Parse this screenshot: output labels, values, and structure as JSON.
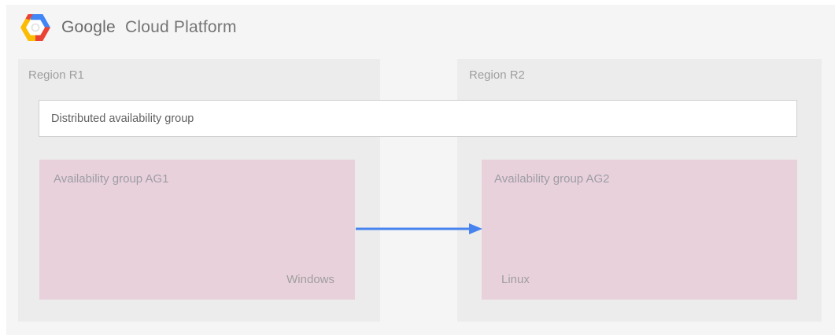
{
  "header": {
    "logo": {
      "icon": "gcp-hexagon-icon",
      "brand": "Google",
      "product": "Cloud Platform"
    }
  },
  "diagram": {
    "distributed_group": {
      "label": "Distributed availability group"
    },
    "regions": [
      {
        "label": "Region R1",
        "availability_group": {
          "label": "Availability group AG1",
          "os": "Windows"
        }
      },
      {
        "label": "Region R2",
        "availability_group": {
          "label": "Availability group AG2",
          "os": "Linux"
        }
      }
    ],
    "arrow": {
      "direction": "AG1-to-AG2",
      "color": "#4683ee"
    }
  },
  "colors": {
    "page_background": "#ffffff",
    "canvas_background": "#f5f5f6",
    "region_background": "#ececec",
    "availability_group_background": "#e9d1dc",
    "distributed_box_border": "#cfcfcf",
    "arrow_blue": "#4683ee",
    "logo_blue": "#4285f4",
    "logo_red": "#ea4335",
    "logo_yellow": "#fbbc05",
    "label_gray": "#9e9e9e"
  }
}
